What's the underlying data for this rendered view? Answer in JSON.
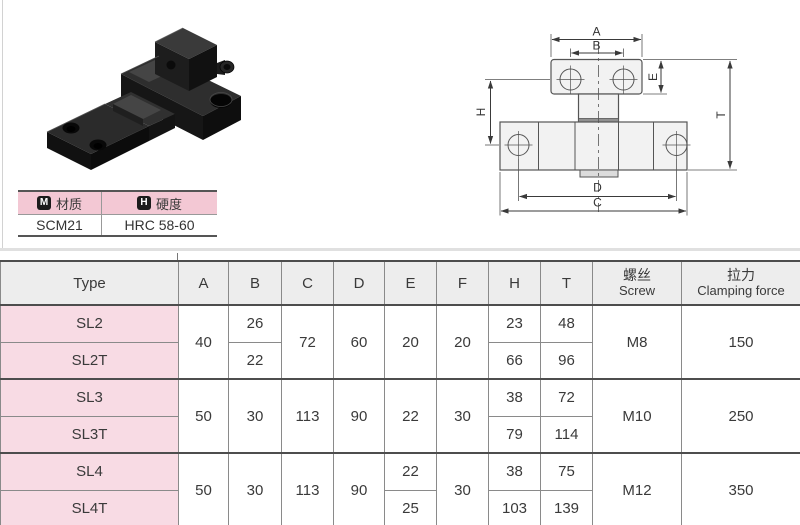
{
  "material_table": {
    "col1": {
      "badge": "M",
      "label": "材质",
      "value": "SCM21"
    },
    "col2": {
      "badge": "H",
      "label": "硬度",
      "value": "HRC 58-60"
    }
  },
  "drawing": {
    "dim_a": "A",
    "dim_b": "B",
    "dim_c": "C",
    "dim_d": "D",
    "dim_e": "E",
    "dim_h": "H",
    "dim_t": "T"
  },
  "spec_table": {
    "type_header": "Type",
    "dim_headers": [
      "A",
      "B",
      "C",
      "D",
      "E",
      "F",
      "H",
      "T"
    ],
    "screw_header_zh": "螺丝",
    "screw_header_en": "Screw",
    "force_header_zh": "拉力",
    "force_header_en": "Clamping force",
    "groups": [
      {
        "type1": "SL2",
        "type2": "SL2T",
        "a": "40",
        "b1": "26",
        "b2": "22",
        "c": "72",
        "d": "60",
        "e": "20",
        "f": "20",
        "h1": "23",
        "h2": "66",
        "t1": "48",
        "t2": "96",
        "screw": "M8",
        "force": "150"
      },
      {
        "type1": "SL3",
        "type2": "SL3T",
        "a": "50",
        "b": "30",
        "c": "113",
        "d": "90",
        "e": "22",
        "f": "30",
        "h1": "38",
        "h2": "79",
        "t1": "72",
        "t2": "114",
        "screw": "M10",
        "force": "250"
      },
      {
        "type1": "SL4",
        "type2": "SL4T",
        "a": "50",
        "b": "30",
        "c": "113",
        "d": "90",
        "e1": "22",
        "e2": "25",
        "f": "30",
        "h1": "38",
        "h2": "103",
        "t1": "75",
        "t2": "139",
        "screw": "M12",
        "force": "350"
      }
    ]
  }
}
